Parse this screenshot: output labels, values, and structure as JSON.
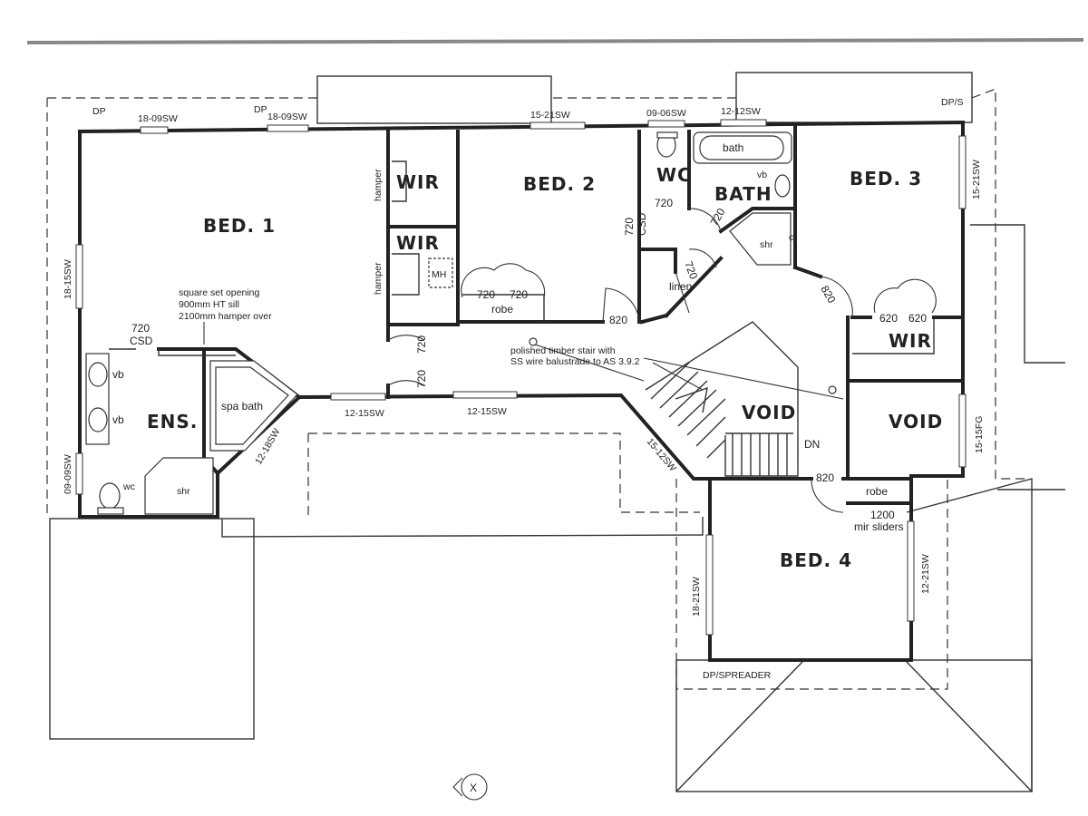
{
  "rooms": {
    "bed1": "BED. 1",
    "bed2": "BED. 2",
    "bed3": "BED. 3",
    "bed4": "BED. 4",
    "wir_top": "WIR",
    "wir_mid": "WIR",
    "wir_bed3": "WIR",
    "wc": "WC",
    "bath": "BATH",
    "ens": "ENS.",
    "void_stair": "VOID",
    "void_right": "VOID"
  },
  "fixtures": {
    "bath_tub": "bath",
    "vb_bath": "vb",
    "shr_bath": "shr",
    "spa_bath": "spa bath",
    "vb_ens_1": "vb",
    "vb_ens_2": "vb",
    "wc_ens": "wc",
    "shr_ens": "shr",
    "hamper_top": "hamper",
    "hamper_mid": "hamper",
    "mh": "MH",
    "robe_bed2": "robe",
    "linen": "linen",
    "robe_bed4": "robe",
    "c": "c"
  },
  "windows": {
    "w1": "18-09SW",
    "w2": "18-09SW",
    "w3": "15-21SW",
    "w4": "09-06SW",
    "w5": "12-12SW",
    "w6": "15-21SW",
    "w7": "18-15SW",
    "w8": "09-09SW",
    "w9": "12-15SW",
    "w10": "12-15SW",
    "w11": "12-18SW",
    "w12": "15-12SW",
    "w13": "15-15FG",
    "w14": "18-21SW",
    "w15": "12-21SW"
  },
  "downpipes": {
    "dp1": "DP",
    "dp2": "DP",
    "dps": "DP/S",
    "spreader": "DP/SPREADER"
  },
  "doors": {
    "d_wc": "720",
    "d_bath": "720",
    "d_csd": "720",
    "d_csd_label": "CSD",
    "d_linen": "720",
    "d_robe_l": "720",
    "d_robe_r": "720",
    "d_bed2": "820",
    "d_bed3": "820",
    "d_wir_l": "620",
    "d_wir_r": "620",
    "d_hall_1": "720",
    "d_hall_2": "720",
    "d_ens": "720",
    "d_ens_label": "CSD",
    "d_bed4": "820"
  },
  "notes": {
    "opening_1": "square set opening",
    "opening_2": "900mm HT sill",
    "opening_3": "2100mm hamper over",
    "stair_1": "polished timber stair with",
    "stair_2": "SS wire balustrade to AS 3.9.2",
    "dn": "DN",
    "sliders_1": "1200",
    "sliders_2": "mir sliders",
    "north": "X"
  }
}
